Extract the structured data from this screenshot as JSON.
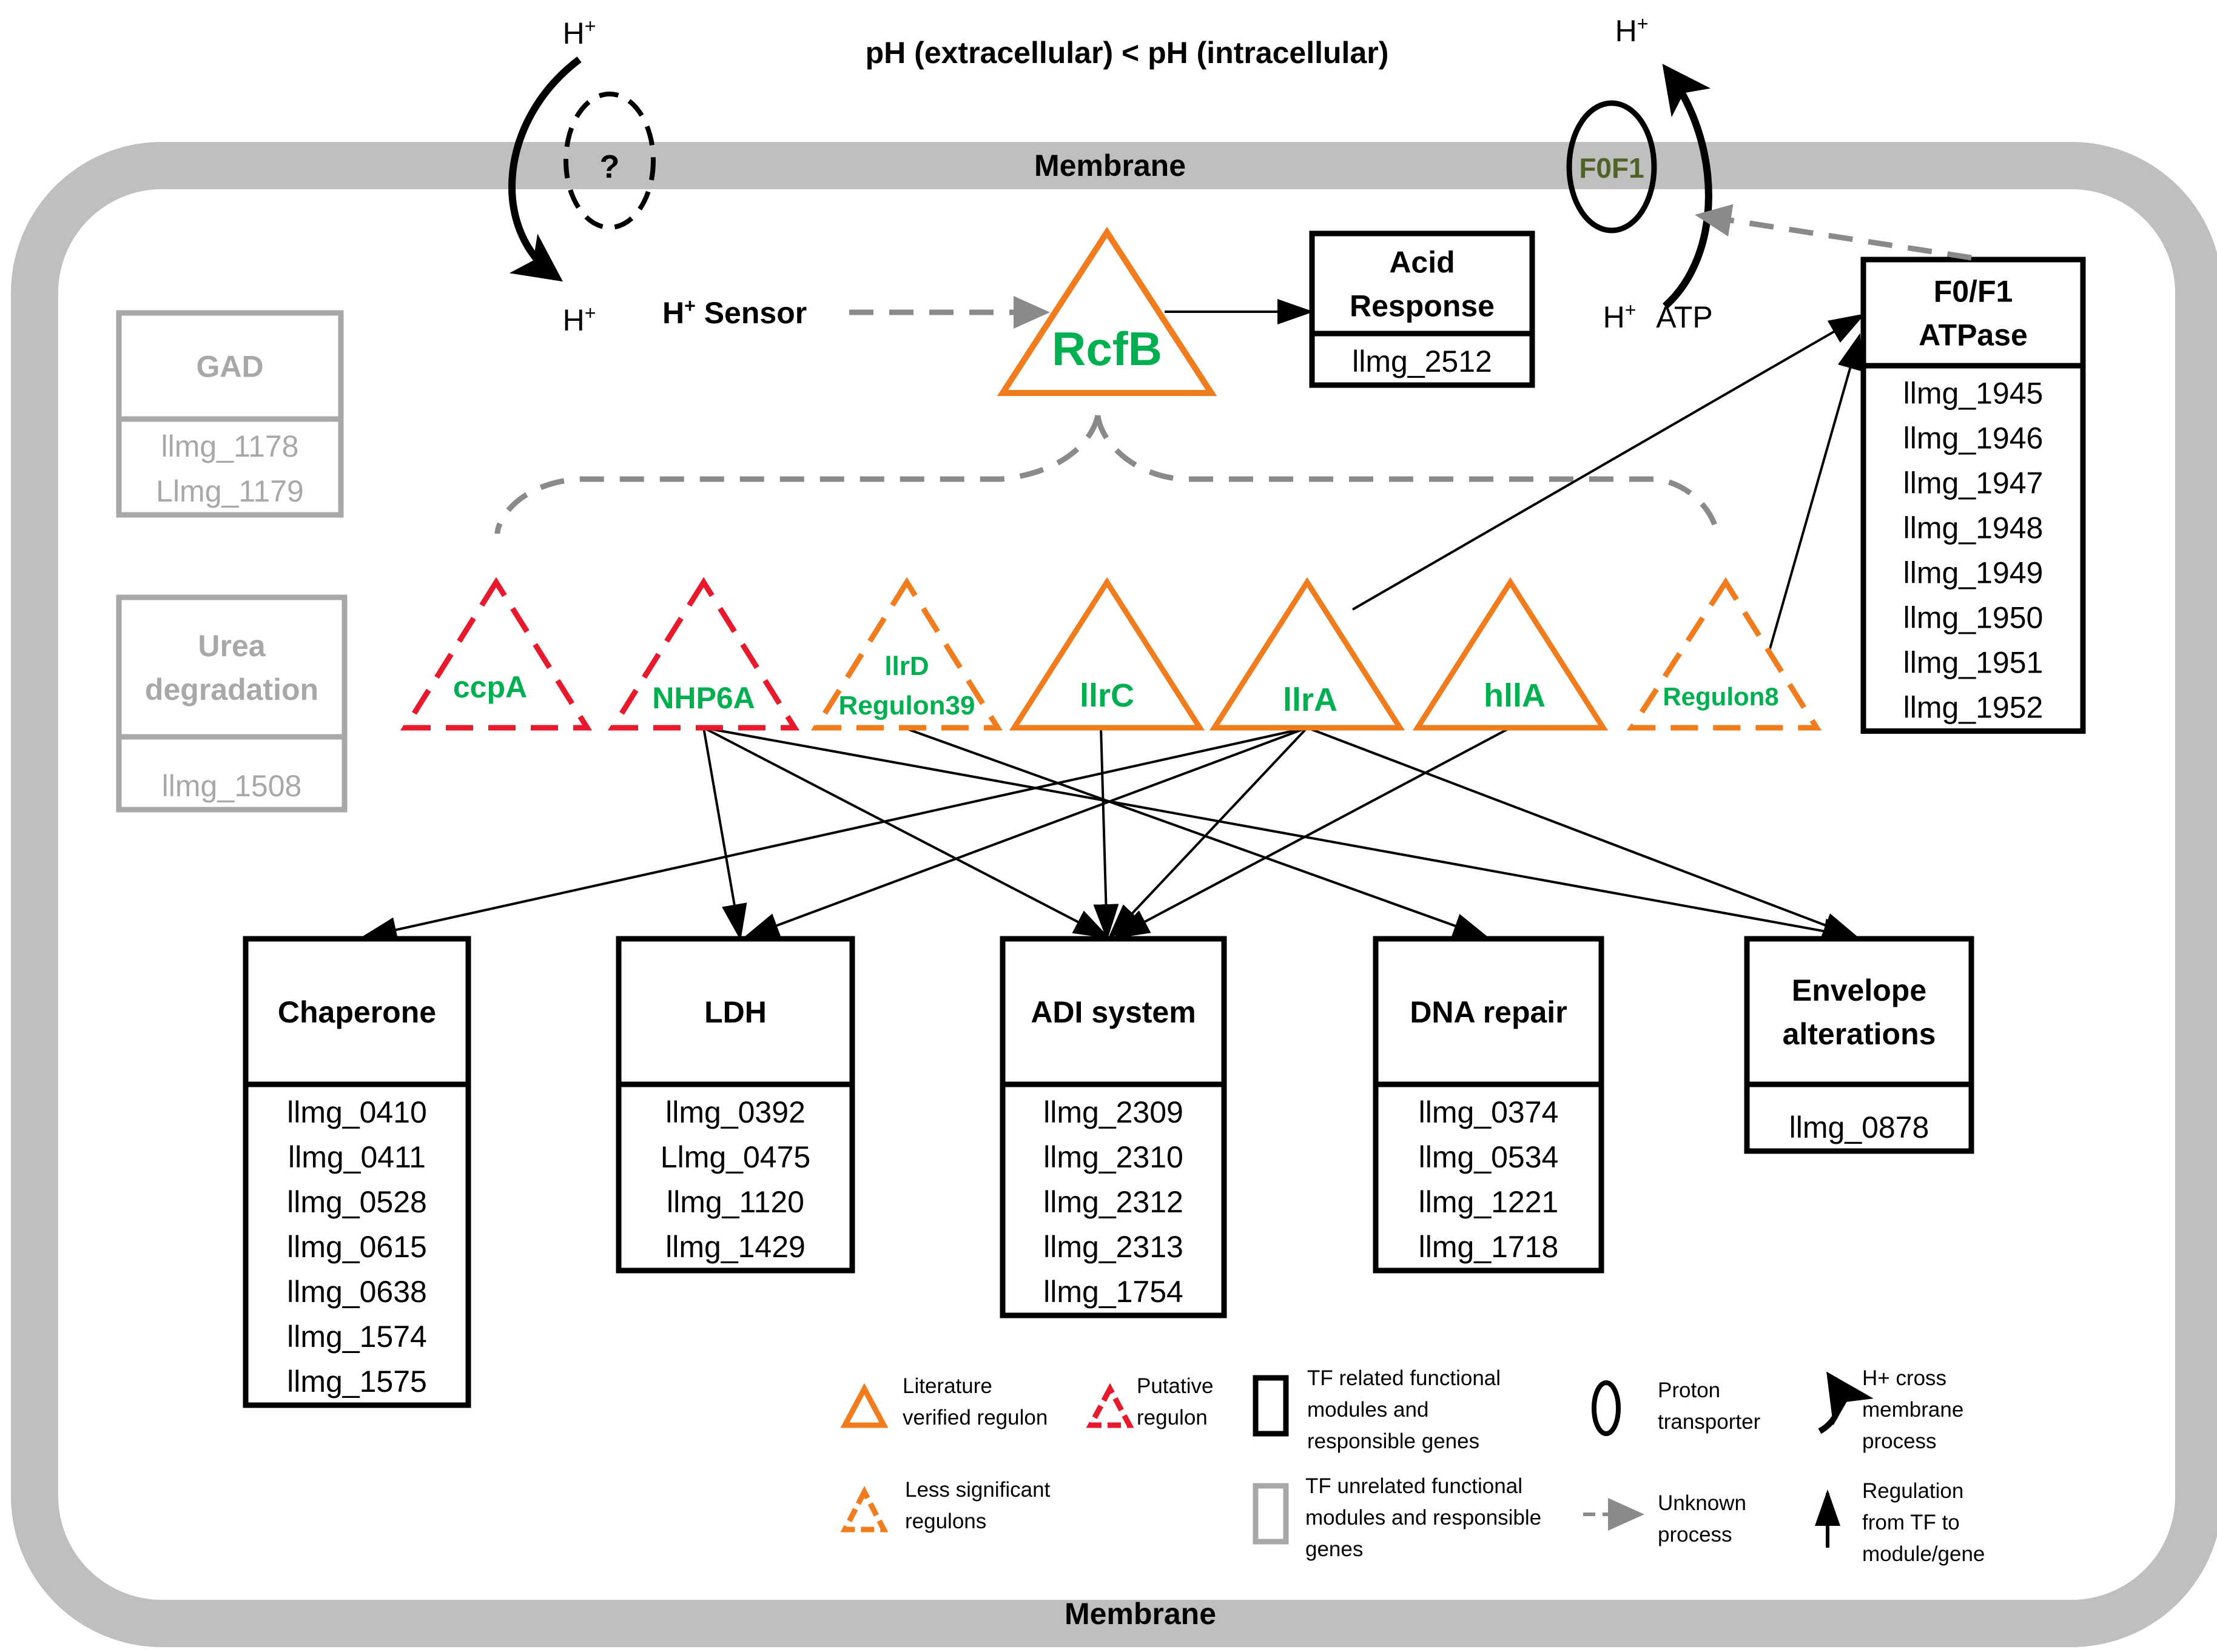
{
  "colors": {
    "membrane": "#bfbfbf",
    "verified_regulon": "#f07c1e",
    "putative_regulon": "#e8192c",
    "tf_name": "#00b050",
    "f0f1_label": "#4f6228",
    "unrelated_module": "#a8a8a8",
    "unknown_process": "#8a8a8a"
  },
  "header": {
    "ph_condition": "pH (extracellular) < pH (intracellular)",
    "membrane_top": "Membrane",
    "membrane_bottom": "Membrane"
  },
  "transport": {
    "h_top_left": "H",
    "h_bottom_left": "H",
    "h_top_right": "H",
    "h_bottom_right": "H",
    "plus": "+",
    "unknown_transporter": "?",
    "atp": "ATP",
    "f0f1_transporter": "F0F1",
    "sensor_h": "H",
    "sensor_label": " Sensor"
  },
  "rcfb": {
    "name": "RcfB"
  },
  "modules": {
    "acid_response": {
      "title": [
        "Acid",
        "Response"
      ],
      "genes": [
        "llmg_2512"
      ]
    },
    "f0f1_atpase": {
      "title": [
        "F0/F1",
        "ATPase"
      ],
      "genes": [
        "llmg_1945",
        "llmg_1946",
        "llmg_1947",
        "llmg_1948",
        "llmg_1949",
        "llmg_1950",
        "llmg_1951",
        "llmg_1952"
      ]
    },
    "gad": {
      "title": [
        "GAD"
      ],
      "genes": [
        "llmg_1178",
        "Llmg_1179"
      ]
    },
    "urea": {
      "title": [
        "Urea",
        "degradation"
      ],
      "genes": [
        "llmg_1508"
      ]
    },
    "chaperone": {
      "title": [
        "Chaperone"
      ],
      "genes": [
        "llmg_0410",
        "llmg_0411",
        "llmg_0528",
        "llmg_0615",
        "llmg_0638",
        "llmg_1574",
        "llmg_1575"
      ]
    },
    "ldh": {
      "title": [
        "LDH"
      ],
      "genes": [
        "llmg_0392",
        "Llmg_0475",
        "llmg_1120",
        "llmg_1429"
      ]
    },
    "adi": {
      "title": [
        "ADI system"
      ],
      "genes": [
        "llmg_2309",
        "llmg_2310",
        "llmg_2312",
        "llmg_2313",
        "llmg_1754"
      ]
    },
    "dna_repair": {
      "title": [
        "DNA repair"
      ],
      "genes": [
        "llmg_0374",
        "llmg_0534",
        "llmg_1221",
        "llmg_1718"
      ]
    },
    "envelope": {
      "title": [
        "Envelope",
        "alterations"
      ],
      "genes": [
        "llmg_0878"
      ]
    }
  },
  "regulons": {
    "ccpa": [
      "ccpA"
    ],
    "nhp6a": [
      "NHP6A"
    ],
    "llrd": [
      "llrD",
      "Regulon39"
    ],
    "llrc": [
      "llrC"
    ],
    "llra": [
      "llrA"
    ],
    "hlla": [
      "hllA"
    ],
    "regulon8": [
      "Regulon8"
    ]
  },
  "legend": {
    "verified": [
      "Literature",
      "verified regulon"
    ],
    "putative": [
      "Putative",
      "regulon"
    ],
    "tf_related": [
      "TF related functional",
      "modules and",
      "responsible genes"
    ],
    "proton": [
      "Proton",
      "transporter"
    ],
    "hcross": [
      "H+ cross",
      "membrane",
      "process"
    ],
    "less_sig": [
      "Less significant",
      "regulons"
    ],
    "tf_unrelated": [
      "TF unrelated functional",
      "modules and responsible",
      "genes"
    ],
    "unknown": [
      "Unknown",
      "process"
    ],
    "regulation": [
      "Regulation",
      "from TF to",
      "module/gene"
    ]
  }
}
